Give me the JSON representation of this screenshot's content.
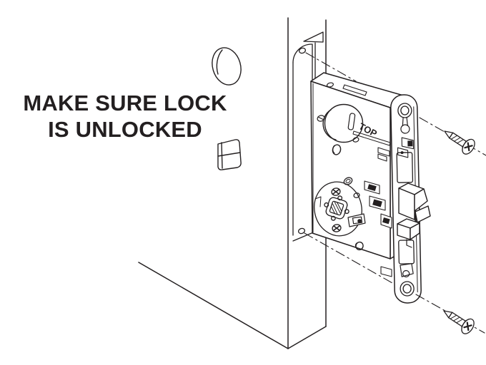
{
  "figure": {
    "caption": {
      "line1": "MAKE SURE LOCK",
      "line2": "IS UNLOCKED"
    },
    "lock_case_marking": "TOP",
    "colors": {
      "line": "#231f20",
      "background": "#ffffff"
    }
  }
}
